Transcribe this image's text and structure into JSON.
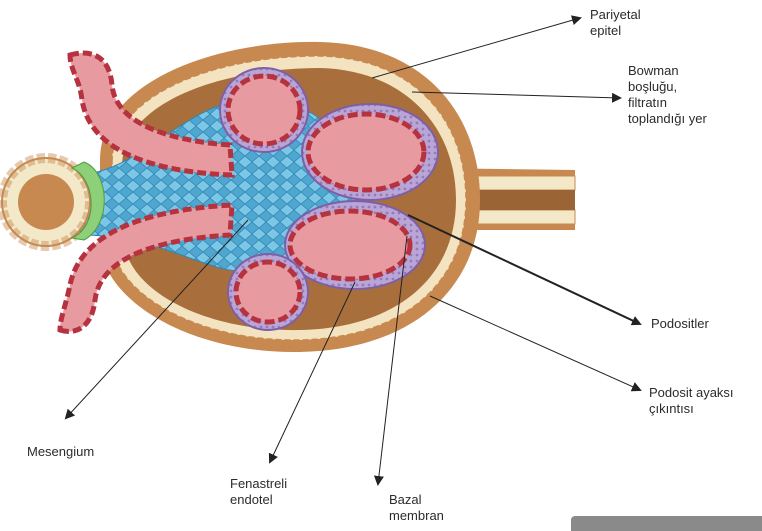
{
  "labels": {
    "pariyetal": "Pariyetal\nepitel",
    "bowman": "Bowman\nboşluğu,\nfiltratın\ntoplandığı yer",
    "podositler": "Podositler",
    "podosit_ayak": "Podosit ayaksı\nçıkıntısı",
    "mesengium": "Mesengium",
    "fenestreli": "Fenastreli\nendotel",
    "bazal": "Bazal\nmembran"
  },
  "colors": {
    "capsule_outer": "#c7894f",
    "capsule_inner": "#8f5a2e",
    "bowman_space": "#b07a45",
    "parietal_cells": "#f3e3c0",
    "podocyte": "#b9a5d6",
    "podocyte_dark": "#7e5fa6",
    "mesangium": "#5fb3d9",
    "capillary": "#e79aa0",
    "capillary_wall": "#b5323e",
    "macula_densa": "#8ed07a",
    "tubule": "#f3e8c8"
  }
}
